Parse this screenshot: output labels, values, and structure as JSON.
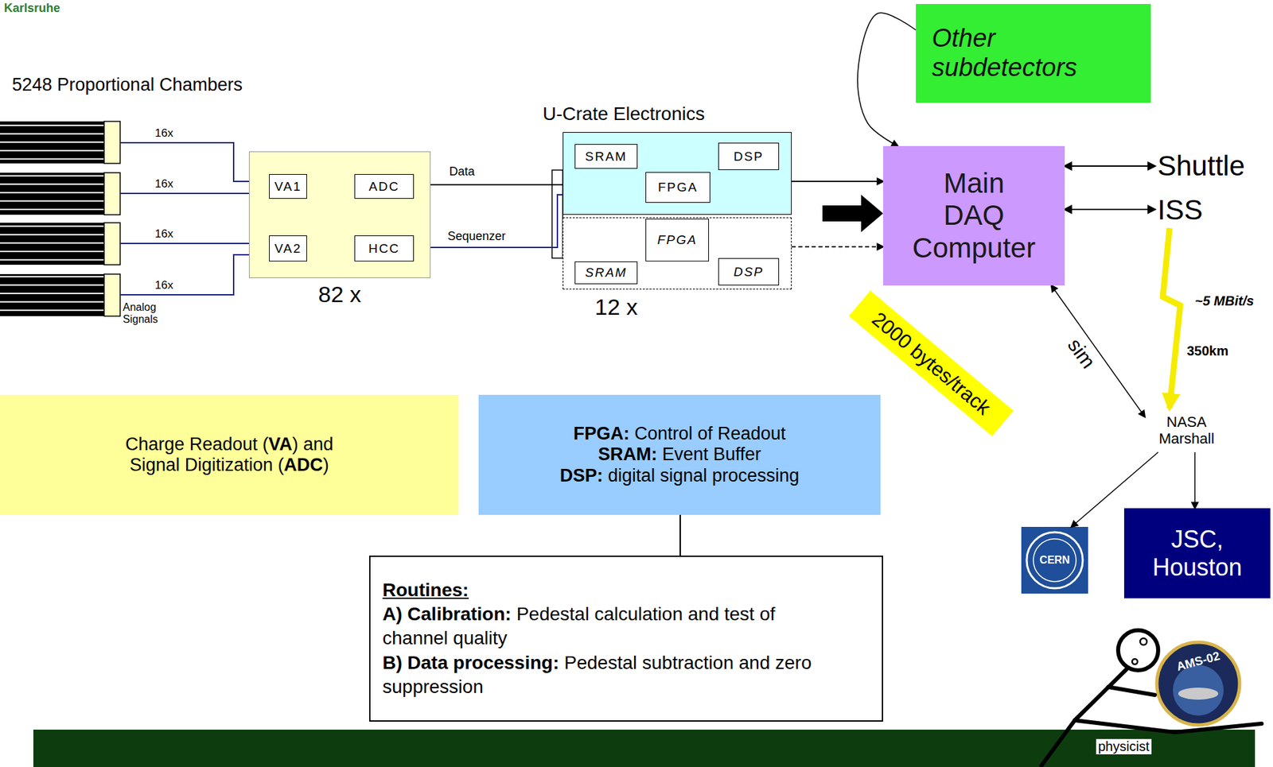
{
  "diagram": {
    "nodes": [
      {
        "text": [
          "82 x"
        ]
      },
      {
        "text": [
          "VA1"
        ],
        "in": 0
      },
      {
        "text": [
          "ADC"
        ],
        "in": 0
      },
      {
        "text": [
          "VA2"
        ],
        "in": 0
      },
      {
        "text": [
          "HCC"
        ],
        "in": 0
      },
      {
        "text": [
          "U-Crate Electronics"
        ]
      },
      {
        "text": [
          "SRAM"
        ],
        "in": 5
      },
      {
        "text": [
          "DSP"
        ],
        "in": 5
      },
      {
        "text": [
          "FPGA"
        ],
        "in": 5
      },
      {
        "text": [
          "12 x"
        ]
      },
      {
        "text": [
          "FPGA"
        ],
        "in": 9
      },
      {
        "text": [
          "SRAM"
        ],
        "in": 9
      },
      {
        "text": [
          "DSP"
        ],
        "in": 9
      },
      {
        "text": [
          "Other subdetectors"
        ]
      },
      {
        "text": [
          "Main DAQ Computer"
        ]
      },
      {
        "text": [
          "Shuttle"
        ]
      },
      {
        "text": [
          "ISS"
        ]
      },
      {
        "text": [
          "NASA Marshall"
        ]
      },
      {
        "text": [
          "CERN"
        ]
      },
      {
        "text": [
          "JSC, Houston"
        ]
      },
      {
        "text": [
          "Charge Readout (VA) and Signal Digitization (ADC)"
        ]
      },
      {
        "text": [
          "FPGA: Control of Readout",
          "SRAM: Event Buffer",
          "DSP: digital signal processing"
        ]
      },
      {
        "text": [
          "Routines:",
          "A) Calibration: Pedestal calculation and test of channel quality",
          "B) Data processing: Pedestal subtraction and zero suppression"
        ]
      }
    ],
    "edges": [
      {
        "from": 1,
        "to": 2,
        "arrow": "to"
      },
      {
        "from": 3,
        "to": 2,
        "arrow": "to"
      },
      {
        "from": 4,
        "to": 1,
        "arrow": "to"
      },
      {
        "from": 4,
        "to": 3,
        "arrow": "to"
      },
      {
        "from": 2,
        "to": 8,
        "label": "Data",
        "arrow": "to"
      },
      {
        "from": 8,
        "to": 4,
        "label": "Sequenzer",
        "arrow": "to"
      },
      {
        "from": 6,
        "to": 8,
        "arrow": "both"
      },
      {
        "from": 7,
        "to": 8,
        "arrow": "both"
      },
      {
        "from": 6,
        "to": 7,
        "arrow": "both"
      },
      {
        "from": 11,
        "to": 10,
        "arrow": "both"
      },
      {
        "from": 12,
        "to": 10,
        "arrow": "both"
      },
      {
        "from": 11,
        "to": 12,
        "arrow": "both"
      },
      {
        "from": 5,
        "to": 14,
        "arrow": "to"
      },
      {
        "from": 9,
        "to": 14,
        "arrow": "to"
      },
      {
        "from": 13,
        "to": 14,
        "arrow": "to"
      },
      {
        "from": 14,
        "to": 15,
        "arrow": "both"
      },
      {
        "from": 14,
        "to": 16,
        "arrow": "both"
      },
      {
        "from": 16,
        "to": 17,
        "arrow": "to"
      },
      {
        "from": 14,
        "to": 17,
        "label": "sim",
        "arrow": "both"
      },
      {
        "from": 17,
        "to": 18,
        "arrow": "to"
      },
      {
        "from": 17,
        "to": 19,
        "arrow": "to"
      },
      {
        "from": 21,
        "to": 22,
        "arrow": "none"
      }
    ],
    "labels": [
      "Karlsruhe",
      "5248 Proportional Chambers",
      "16x",
      "16x",
      "16x",
      "16x",
      "Analog Signals",
      "2000 bytes/track",
      "~5 MBit/s",
      "350km",
      "physicist",
      "AMS-02"
    ]
  }
}
